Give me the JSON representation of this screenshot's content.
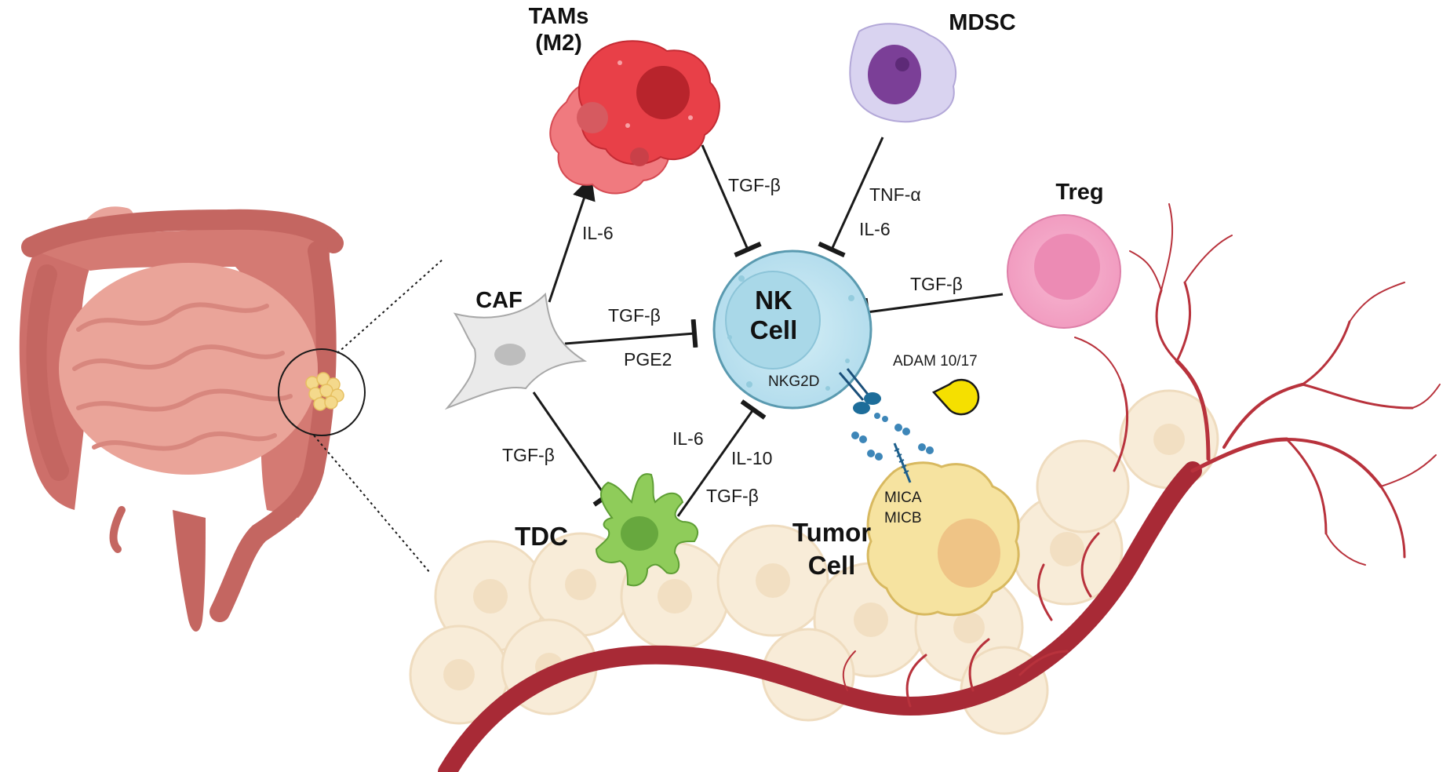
{
  "cells": {
    "tams": {
      "line1": "TAMs",
      "line2": "(M2)"
    },
    "mdsc": "MDSC",
    "treg": "Treg",
    "caf": "CAF",
    "nk": {
      "line1": "NK",
      "line2": "Cell"
    },
    "tdc": "TDC",
    "tumor": {
      "line1": "Tumor",
      "line2": "Cell"
    }
  },
  "molecules": {
    "nkg2d": "NKG2D",
    "adam": "ADAM 10/17",
    "mica": "MICA",
    "micb": "MICB"
  },
  "edges": {
    "caf_tams": "IL-6",
    "tams_nk": "TGF-β",
    "mdsc_nk_1": "TNF-α",
    "mdsc_nk_2": "IL-6",
    "treg_nk": "TGF-β",
    "caf_nk_1": "TGF-β",
    "caf_nk_2": "PGE2",
    "caf_tdc": "TGF-β",
    "tdc_nk_1": "IL-6",
    "tdc_nk_2": "IL-10",
    "tdc_nk_3": "TGF-β"
  },
  "colors": {
    "tam": "#e8444a",
    "mdsc": "#c9c0e8",
    "treg": "#f4a7c8",
    "nk": "#bfe4f0",
    "tdc": "#8fcc5a",
    "tumor": "#f3dc8a",
    "vessel": "#b8323c",
    "intestine": "#e28f86"
  }
}
